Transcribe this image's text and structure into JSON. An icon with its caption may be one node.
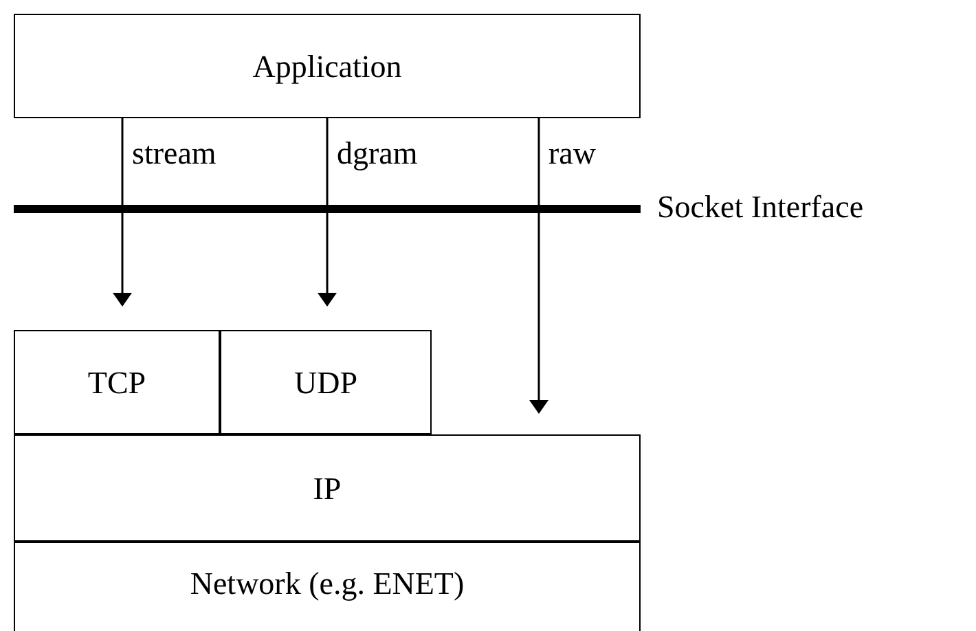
{
  "diagram": {
    "nodes": [
      {
        "text": [
          "Application"
        ]
      },
      {
        "text": [
          "TCP"
        ]
      },
      {
        "text": [
          "UDP"
        ]
      },
      {
        "text": [
          "IP"
        ]
      },
      {
        "text": [
          "Network (e.g. ENET)"
        ]
      },
      {
        "text": [],
        "shape": "bar",
        "beside": [
          "Socket Interface"
        ]
      }
    ],
    "edges": [
      {
        "from": 0,
        "to": 1,
        "arrow": "to",
        "label": "stream"
      },
      {
        "from": 0,
        "to": 2,
        "arrow": "to",
        "label": "dgram"
      },
      {
        "from": 0,
        "to": 3,
        "arrow": "to",
        "label": "raw"
      }
    ]
  }
}
